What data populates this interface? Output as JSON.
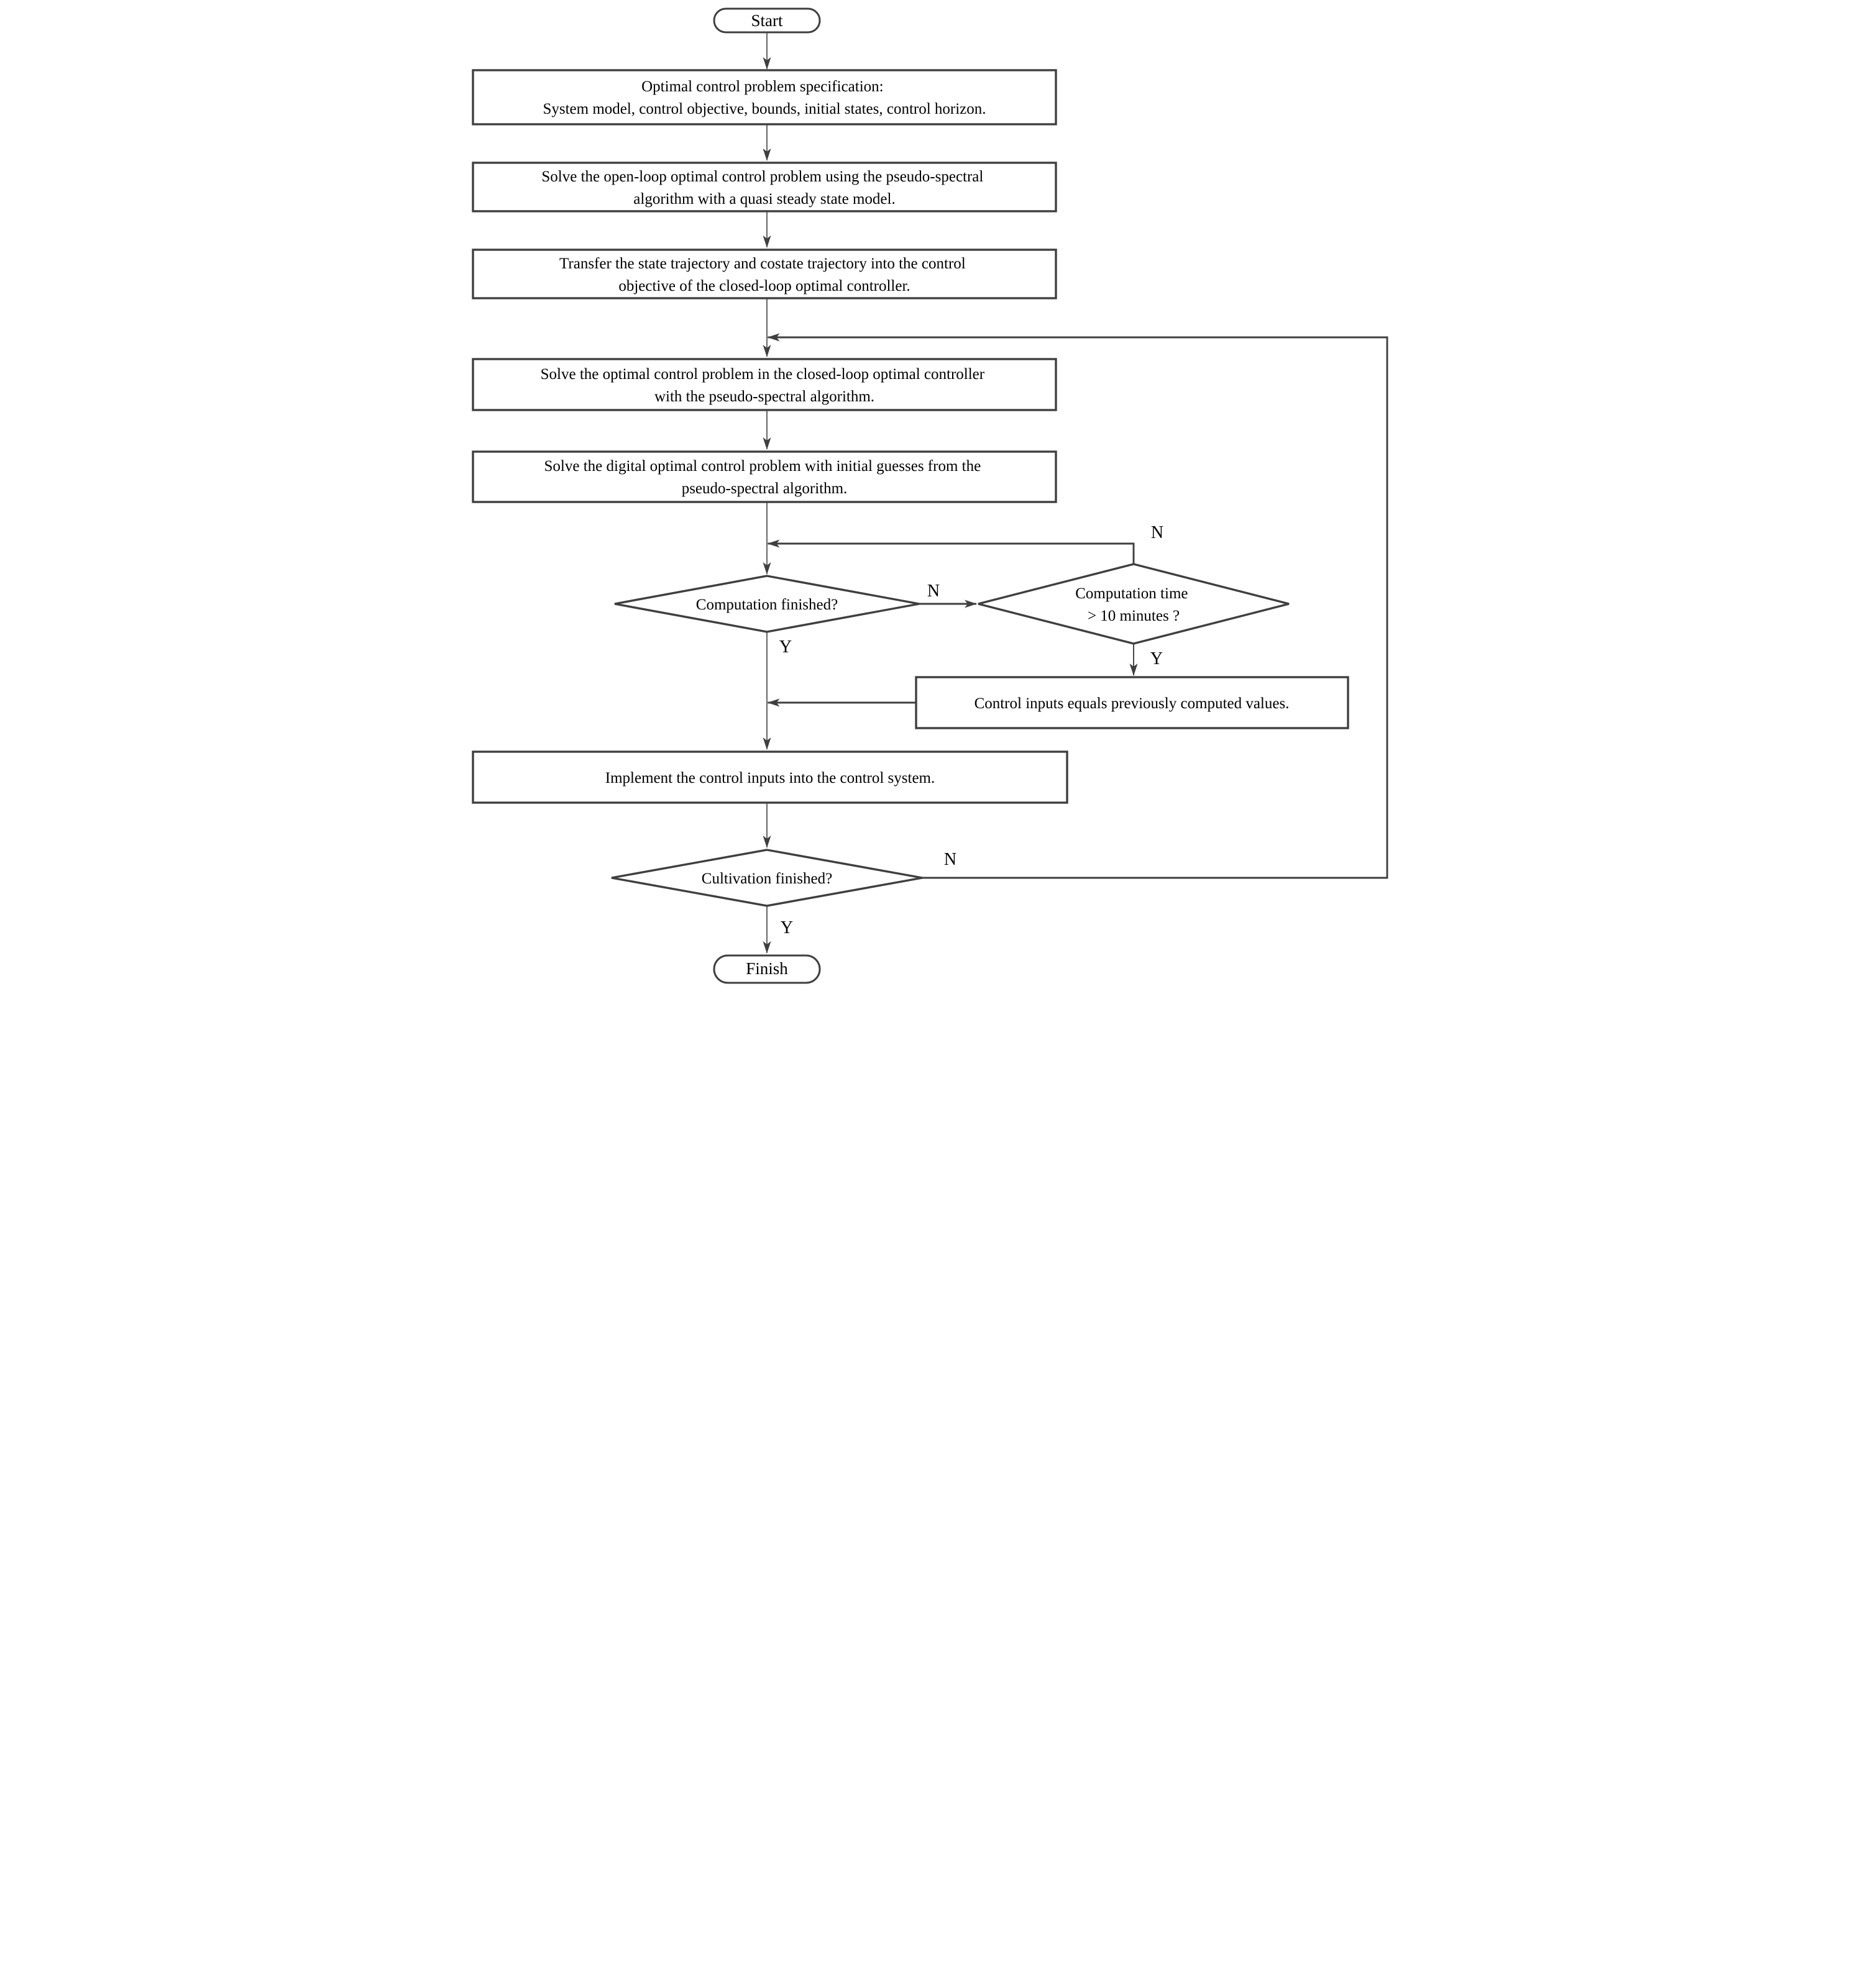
{
  "diagram": {
    "type": "flowchart",
    "colors": {
      "stroke": "#3f3f3f",
      "text": "#000000",
      "background": "#ffffff"
    },
    "nodes": {
      "start": {
        "shape": "terminator",
        "label": "Start"
      },
      "spec": {
        "shape": "process",
        "line1": "Optimal control problem specification:",
        "line2": "System model, control objective, bounds, initial states, control horizon."
      },
      "open_loop": {
        "shape": "process",
        "line1": "Solve the open-loop optimal control problem using the pseudo-spectral",
        "line2": "algorithm with a quasi steady state model."
      },
      "transfer": {
        "shape": "process",
        "line1": "Transfer the state trajectory and costate trajectory into the control",
        "line2": "objective of the closed-loop optimal controller."
      },
      "closed_loop": {
        "shape": "process",
        "line1": "Solve the optimal control problem in the closed-loop optimal controller",
        "line2": "with the pseudo-spectral algorithm."
      },
      "digital": {
        "shape": "process",
        "line1": "Solve the digital optimal control problem with initial guesses from the",
        "line2": "pseudo-spectral algorithm."
      },
      "comp_finished": {
        "shape": "decision",
        "label": "Computation finished?"
      },
      "comp_time": {
        "shape": "decision",
        "line1": "Computation time",
        "line2": "> 10 minutes ?"
      },
      "prev_values": {
        "shape": "process",
        "label": "Control inputs equals previously computed values."
      },
      "implement": {
        "shape": "process",
        "label": "Implement the control inputs into the control system."
      },
      "cultivation": {
        "shape": "decision",
        "label": "Cultivation finished?"
      },
      "finish": {
        "shape": "terminator",
        "label": "Finish"
      }
    },
    "branches": {
      "comp_finished": {
        "no": "N",
        "yes": "Y"
      },
      "comp_time": {
        "no": "N",
        "yes": "Y"
      },
      "cultivation": {
        "no": "N",
        "yes": "Y"
      }
    }
  }
}
